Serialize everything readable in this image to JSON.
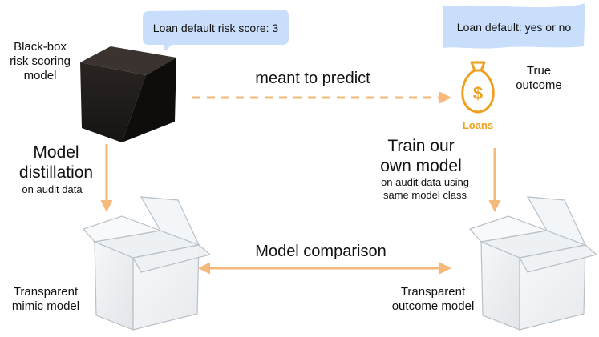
{
  "callouts": {
    "left": "Loan default risk score: 3",
    "right": "Loan default: yes or no"
  },
  "black_box": {
    "label": [
      "Black-box",
      "risk scoring",
      "model"
    ]
  },
  "arrows": {
    "top_label": "meant to predict",
    "middle_label": "Model comparison"
  },
  "outcome": {
    "label": [
      "True",
      "outcome"
    ],
    "icon_caption": "Loans"
  },
  "distillation": {
    "title": [
      "Model",
      "distillation"
    ],
    "subtitle": "on audit data"
  },
  "train": {
    "title": [
      "Train our",
      "own model"
    ],
    "subtitle": [
      "on audit data using",
      "same model class"
    ]
  },
  "mimic": {
    "label": [
      "Transparent",
      "mimic model"
    ]
  },
  "outcome_model": {
    "label": [
      "Transparent",
      "outcome model"
    ]
  },
  "colors": {
    "arrow": "#f5b97b",
    "callout": "#c9defb",
    "loans_icon": "#f0a020"
  }
}
